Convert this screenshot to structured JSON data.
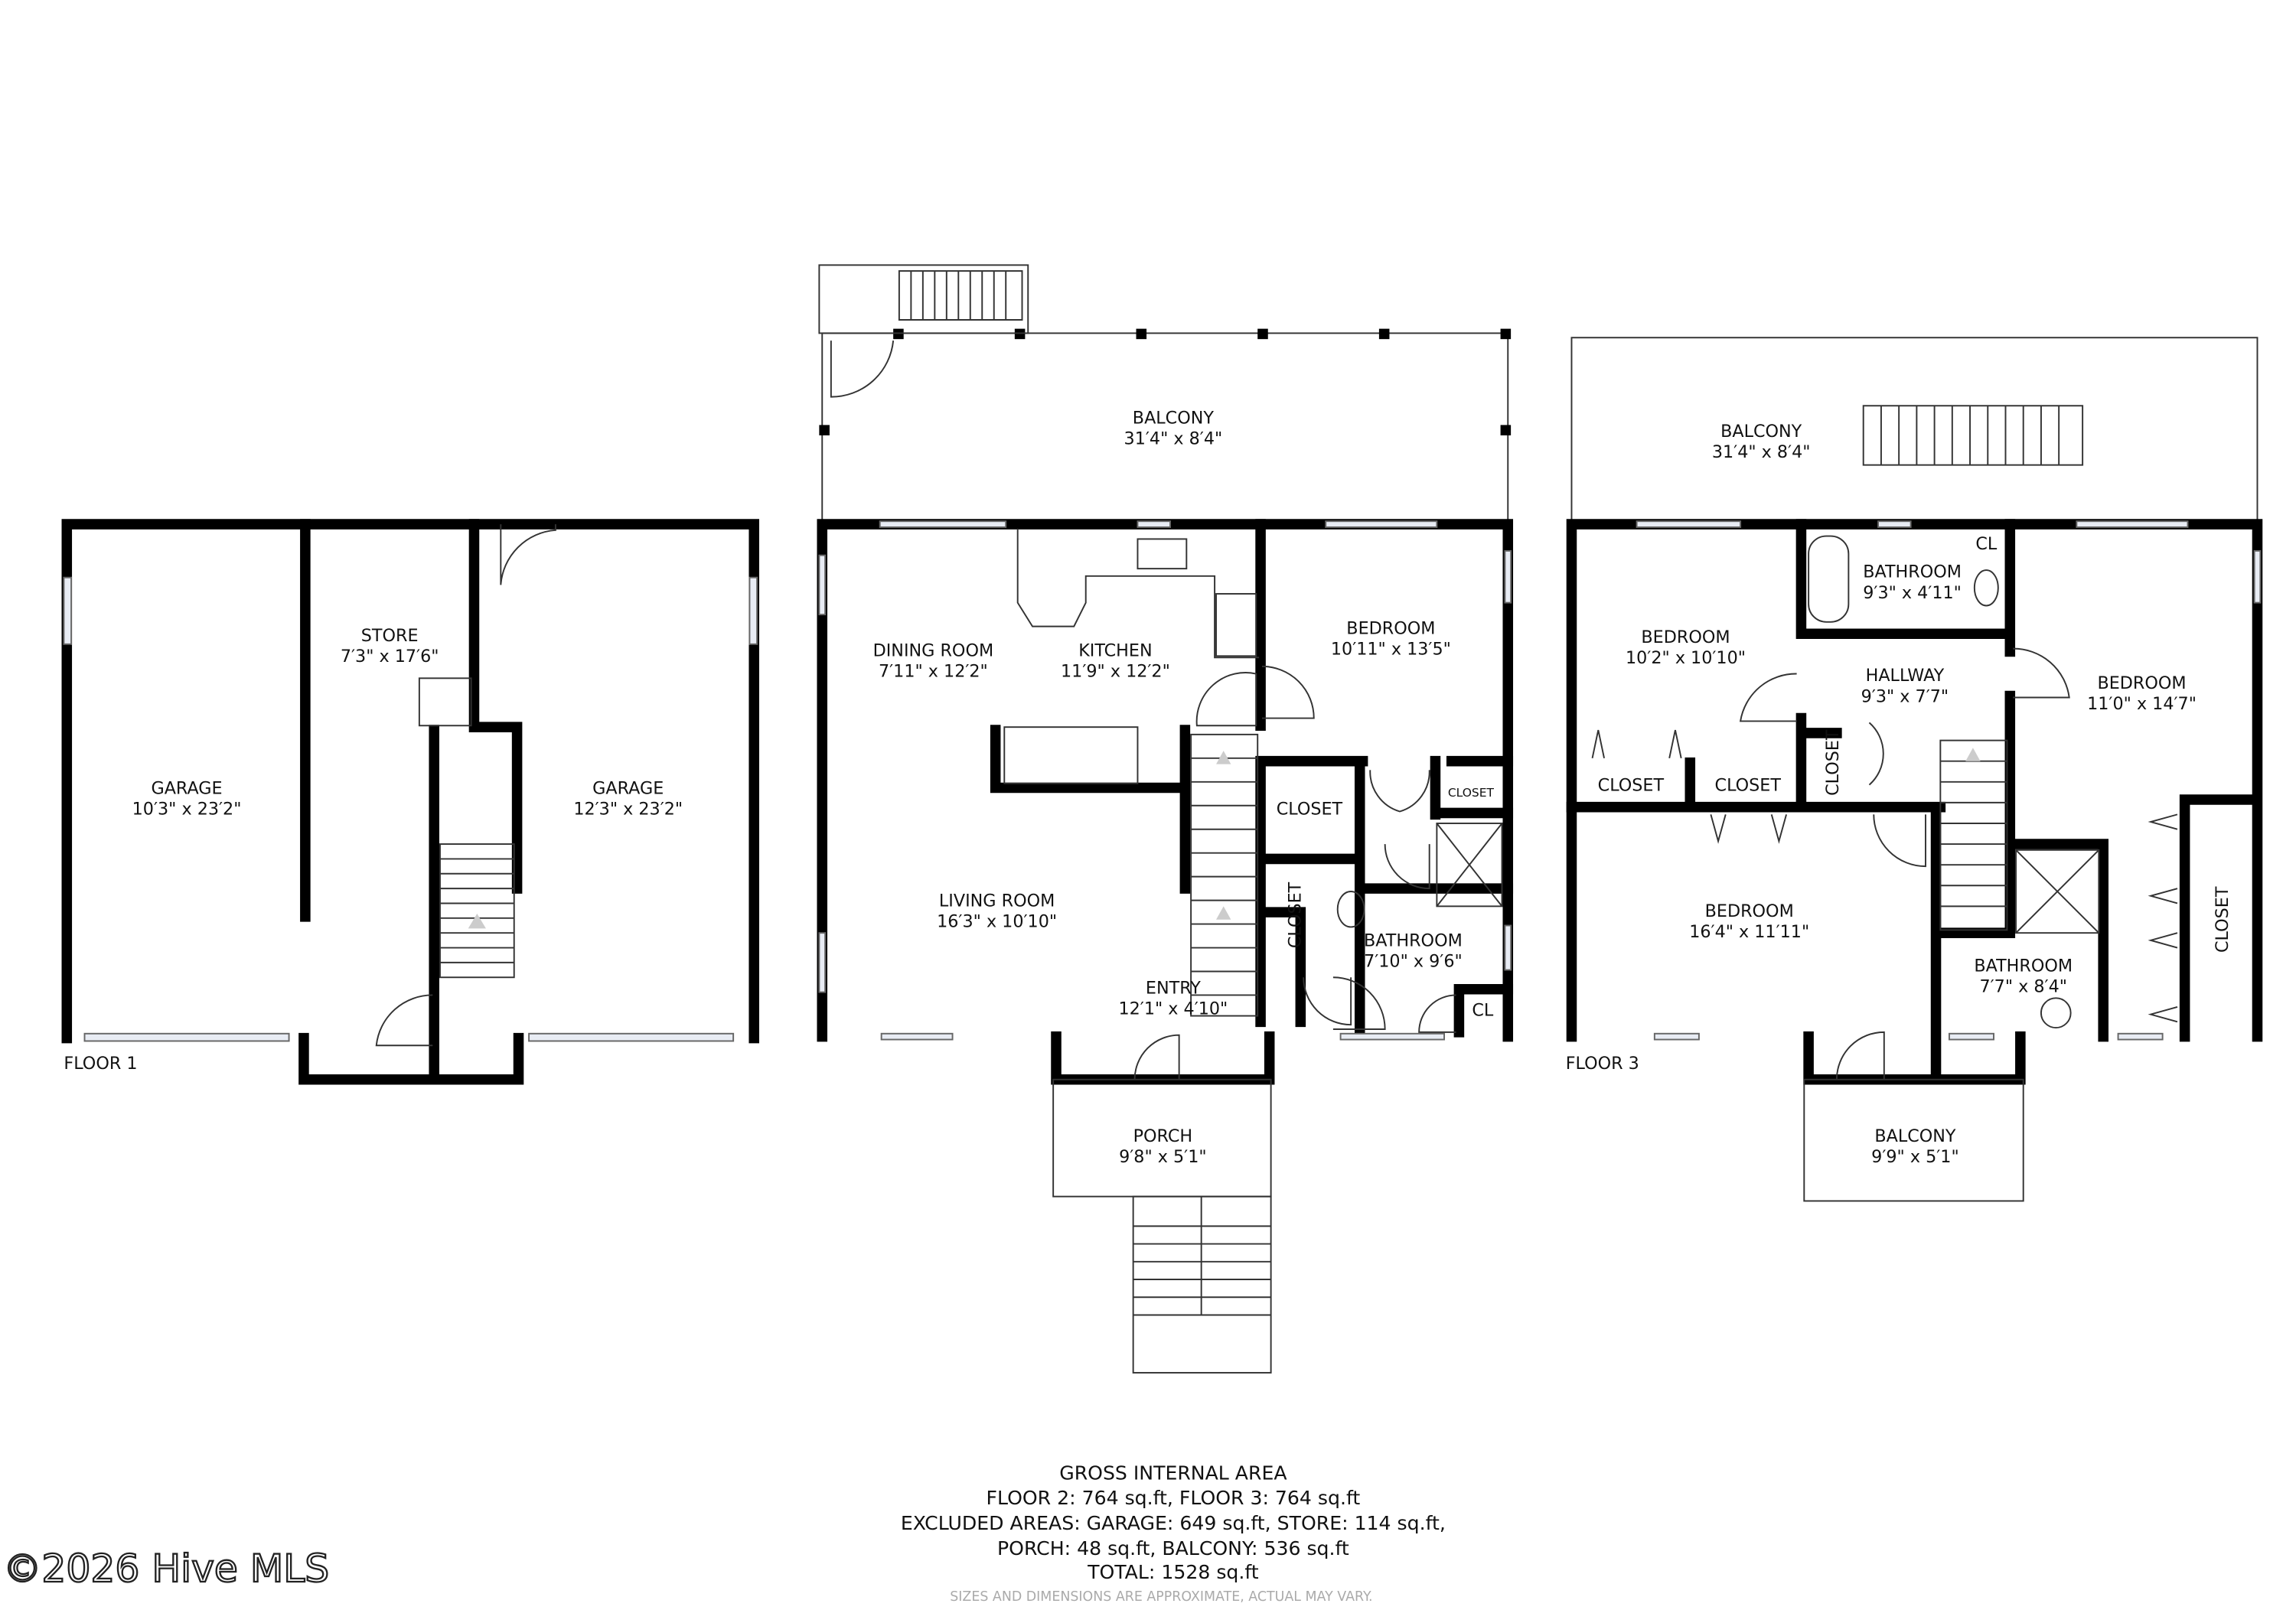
{
  "watermark": "©2026 Hive MLS",
  "floors": {
    "floor1": {
      "label": "FLOOR 1",
      "rooms": [
        {
          "name": "GARAGE",
          "dims": "10′3\" x 23′2\""
        },
        {
          "name": "STORE",
          "dims": "7′3\" x 17′6\""
        },
        {
          "name": "GARAGE",
          "dims": "12′3\" x 23′2\""
        }
      ]
    },
    "floor2": {
      "rooms": [
        {
          "name": "BALCONY",
          "dims": "31′4\" x 8′4\""
        },
        {
          "name": "DINING ROOM",
          "dims": "7′11\" x 12′2\""
        },
        {
          "name": "KITCHEN",
          "dims": "11′9\" x 12′2\""
        },
        {
          "name": "BEDROOM",
          "dims": "10′11\" x 13′5\""
        },
        {
          "name": "LIVING ROOM",
          "dims": "16′3\" x 10′10\""
        },
        {
          "name": "ENTRY",
          "dims": "12′1\" x 4′10\""
        },
        {
          "name": "BATHROOM",
          "dims": "7′10\" x 9′6\""
        },
        {
          "name": "PORCH",
          "dims": "9′8\" x 5′1\""
        }
      ],
      "closets": [
        "CLOSET",
        "CLOSET",
        "CLOSET",
        "CL"
      ]
    },
    "floor3": {
      "label": "FLOOR 3",
      "rooms": [
        {
          "name": "BALCONY",
          "dims": "31′4\" x 8′4\""
        },
        {
          "name": "BEDROOM",
          "dims": "10′2\" x 10′10\""
        },
        {
          "name": "BATHROOM",
          "dims": "9′3\" x 4′11\""
        },
        {
          "name": "HALLWAY",
          "dims": "9′3\" x 7′7\""
        },
        {
          "name": "BEDROOM",
          "dims": "11′0\" x 14′7\""
        },
        {
          "name": "BEDROOM",
          "dims": "16′4\" x 11′11\""
        },
        {
          "name": "BATHROOM",
          "dims": "7′7\" x 8′4\""
        },
        {
          "name": "BALCONY",
          "dims": "9′9\" x 5′1\""
        }
      ],
      "closets": [
        "CLOSET",
        "CLOSET",
        "CLOSET",
        "CLOSET",
        "CL"
      ]
    }
  },
  "summary": {
    "title": "GROSS INTERNAL AREA",
    "line1": "FLOOR 2: 764 sq.ft, FLOOR 3: 764 sq.ft",
    "line2": "EXCLUDED AREAS: GARAGE: 649 sq.ft, STORE: 114 sq.ft,",
    "line3": "PORCH: 48 sq.ft, BALCONY: 536 sq.ft",
    "line4": "TOTAL: 1528 sq.ft",
    "disclaimer": "SIZES AND DIMENSIONS ARE APPROXIMATE, ACTUAL MAY VARY."
  }
}
